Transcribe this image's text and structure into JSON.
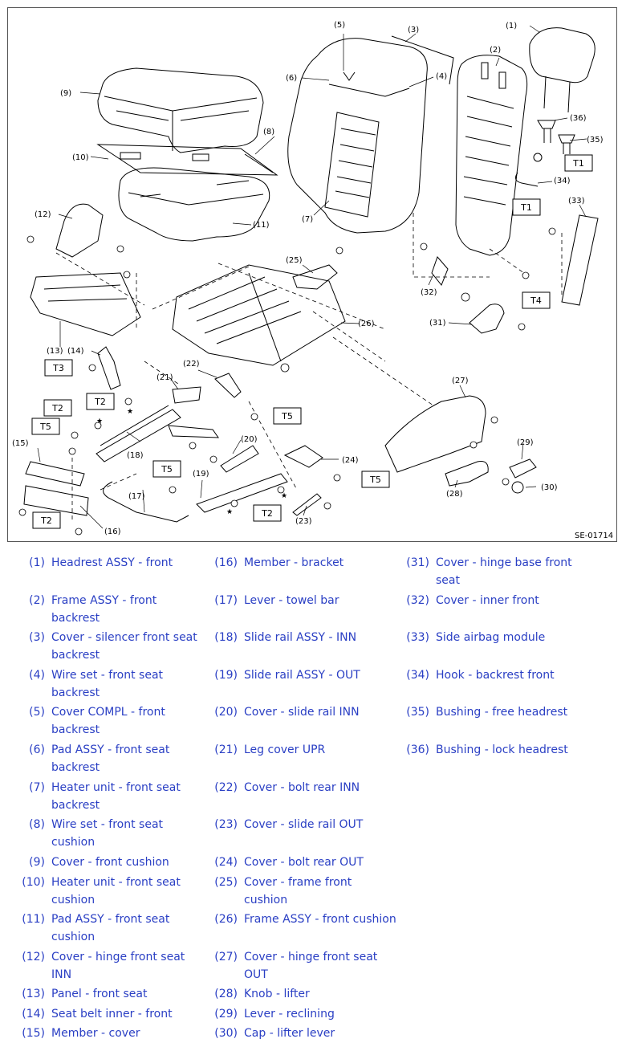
{
  "diagram": {
    "code": "SE-01714",
    "callouts": [
      "(1)",
      "(2)",
      "(3)",
      "(4)",
      "(5)",
      "(6)",
      "(7)",
      "(8)",
      "(9)",
      "(10)",
      "(11)",
      "(12)",
      "(13)",
      "(14)",
      "(15)",
      "(16)",
      "(17)",
      "(18)",
      "(19)",
      "(20)",
      "(21)",
      "(22)",
      "(23)",
      "(24)",
      "(25)",
      "(26)",
      "(27)",
      "(28)",
      "(29)",
      "(30)",
      "(31)",
      "(32)",
      "(33)",
      "(34)",
      "(35)",
      "(36)"
    ],
    "torque_boxes": [
      "T1",
      "T1",
      "T2",
      "T2",
      "T2",
      "T2",
      "T3",
      "T4",
      "T5",
      "T5",
      "T5",
      "T5"
    ]
  },
  "legend": [
    {
      "num": "(1)",
      "lines": [
        "Headrest ASSY - front"
      ]
    },
    {
      "num": "(2)",
      "lines": [
        "Frame ASSY - front",
        "backrest"
      ]
    },
    {
      "num": "(3)",
      "lines": [
        "Cover - silencer front seat",
        "backrest"
      ]
    },
    {
      "num": "(4)",
      "lines": [
        "Wire set - front seat",
        "backrest"
      ]
    },
    {
      "num": "(5)",
      "lines": [
        "Cover COMPL - front",
        "backrest"
      ]
    },
    {
      "num": "(6)",
      "lines": [
        "Pad ASSY - front seat",
        "backrest"
      ]
    },
    {
      "num": "(7)",
      "lines": [
        "Heater unit - front seat",
        "backrest"
      ]
    },
    {
      "num": "(8)",
      "lines": [
        "Wire set - front seat",
        "cushion"
      ]
    },
    {
      "num": "(9)",
      "lines": [
        "Cover - front cushion"
      ]
    },
    {
      "num": "(10)",
      "lines": [
        "Heater unit - front seat",
        "cushion"
      ]
    },
    {
      "num": "(11)",
      "lines": [
        "Pad ASSY - front seat",
        "cushion"
      ]
    },
    {
      "num": "(12)",
      "lines": [
        "Cover - hinge front seat",
        "INN"
      ]
    },
    {
      "num": "(13)",
      "lines": [
        "Panel - front seat"
      ]
    },
    {
      "num": "(14)",
      "lines": [
        "Seat belt inner - front"
      ]
    },
    {
      "num": "(15)",
      "lines": [
        "Member - cover"
      ]
    },
    {
      "num": "(16)",
      "lines": [
        "Member - bracket"
      ]
    },
    {
      "num": "(17)",
      "lines": [
        "Lever - towel bar"
      ]
    },
    {
      "num": "(18)",
      "lines": [
        "Slide rail ASSY - INN"
      ]
    },
    {
      "num": "(19)",
      "lines": [
        "Slide rail ASSY - OUT"
      ]
    },
    {
      "num": "(20)",
      "lines": [
        "Cover - slide rail INN"
      ]
    },
    {
      "num": "(21)",
      "lines": [
        "Leg cover UPR"
      ]
    },
    {
      "num": "(22)",
      "lines": [
        "Cover - bolt rear INN"
      ]
    },
    {
      "num": "(23)",
      "lines": [
        "Cover - slide rail OUT"
      ]
    },
    {
      "num": "(24)",
      "lines": [
        "Cover - bolt rear OUT"
      ]
    },
    {
      "num": "(25)",
      "lines": [
        "Cover - frame front cushion"
      ]
    },
    {
      "num": "(26)",
      "lines": [
        "Frame ASSY - front cushion"
      ]
    },
    {
      "num": "(27)",
      "lines": [
        "Cover - hinge front seat",
        "OUT"
      ]
    },
    {
      "num": "(28)",
      "lines": [
        "Knob - lifter"
      ]
    },
    {
      "num": "(29)",
      "lines": [
        "Lever - reclining"
      ]
    },
    {
      "num": "(30)",
      "lines": [
        "Cap - lifter lever"
      ]
    },
    {
      "num": "(31)",
      "lines": [
        "Cover - hinge base front",
        "seat"
      ]
    },
    {
      "num": "(32)",
      "lines": [
        "Cover - inner front"
      ]
    },
    {
      "num": "(33)",
      "lines": [
        "Side airbag module"
      ]
    },
    {
      "num": "(34)",
      "lines": [
        "Hook - backrest front"
      ]
    },
    {
      "num": "(35)",
      "lines": [
        "Bushing - free headrest"
      ]
    },
    {
      "num": "(36)",
      "lines": [
        "Bushing - lock headrest"
      ]
    }
  ]
}
